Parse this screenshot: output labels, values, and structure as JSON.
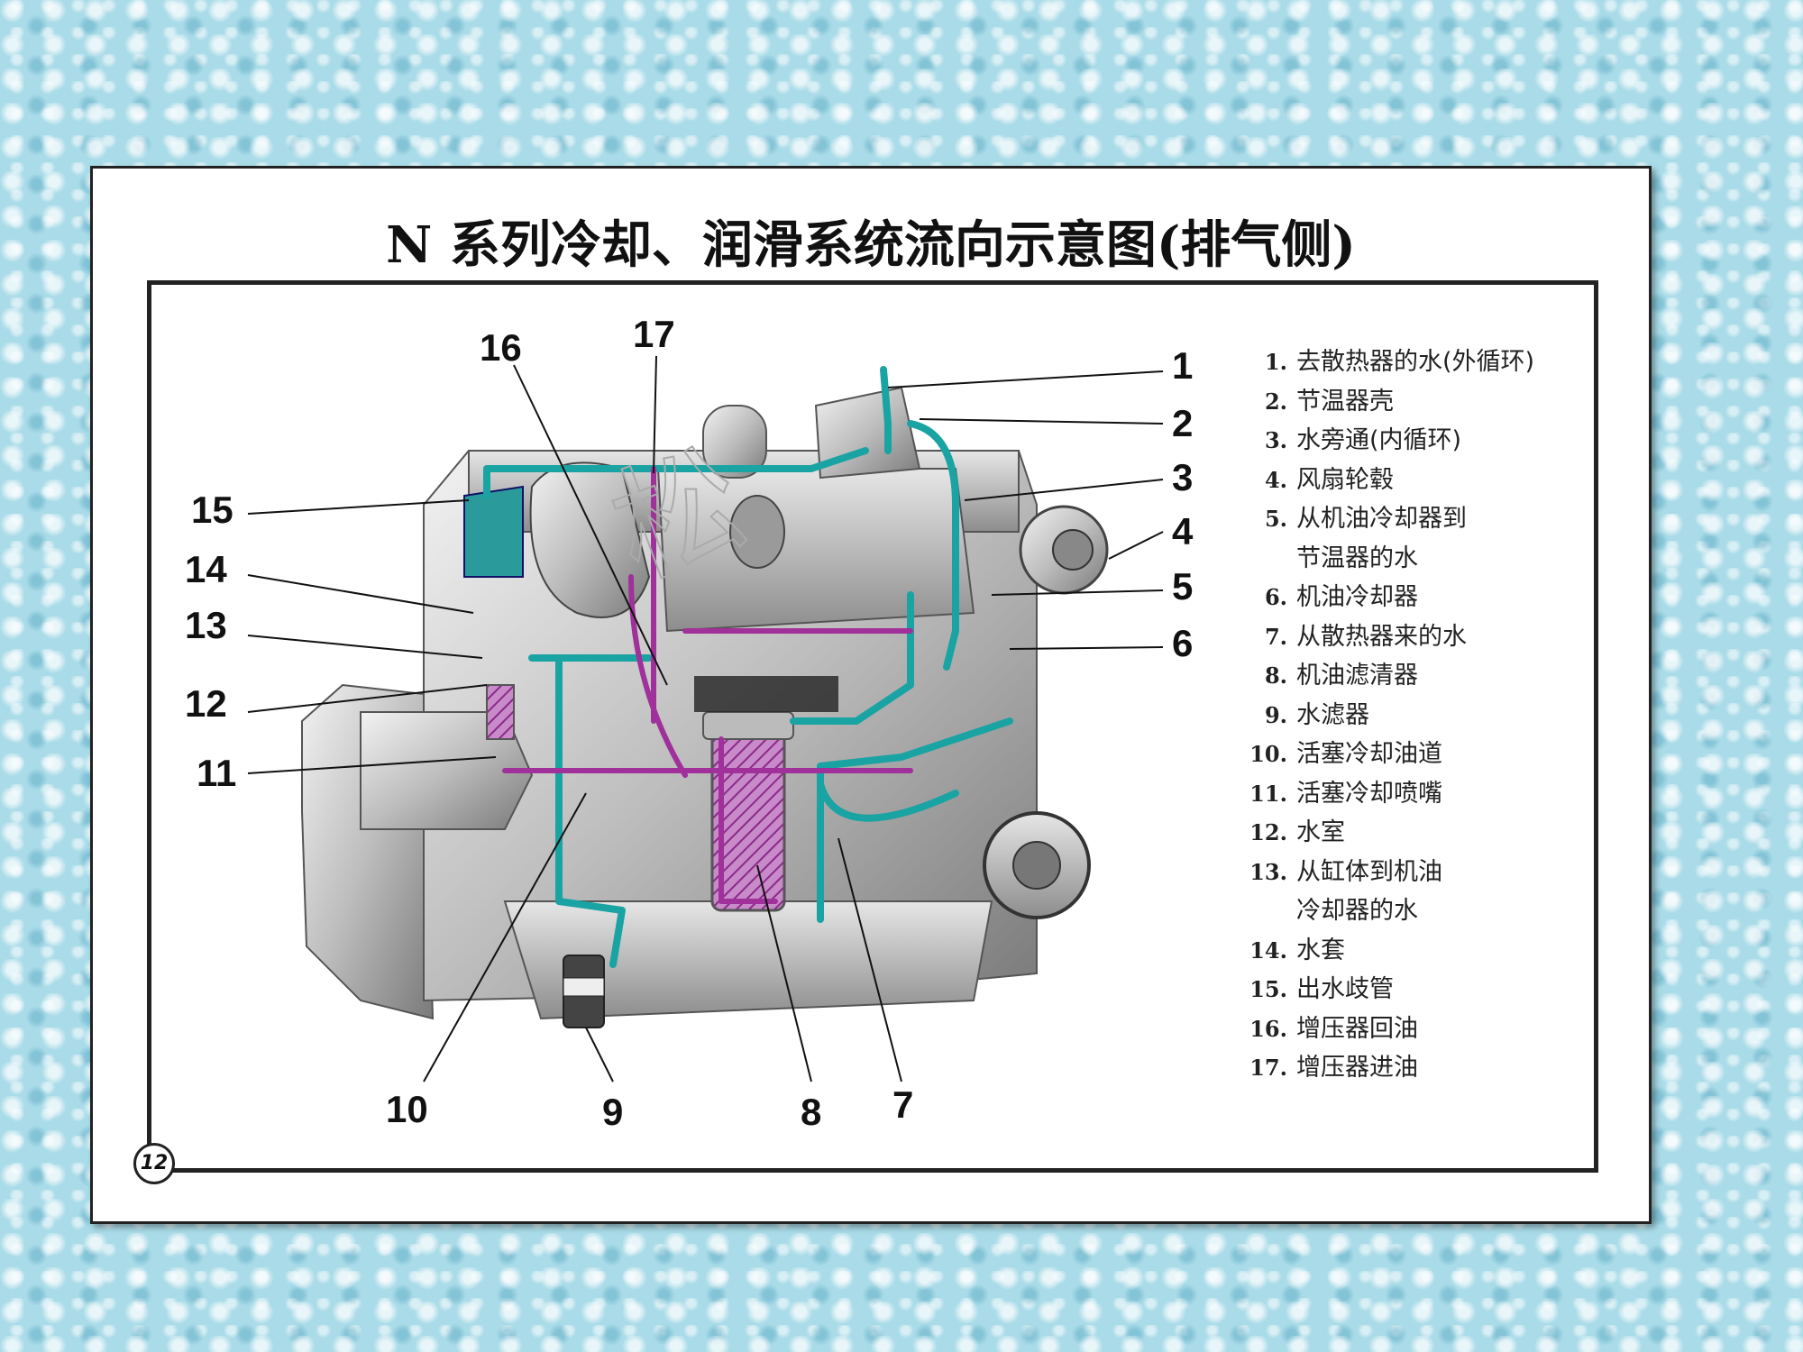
{
  "title": "N 系列冷却、润滑系统流向示意图(排气侧)",
  "page_number": "12",
  "watermark": "松",
  "colors": {
    "coolant_flow": "#1aa3a3",
    "oil_flow": "#a0309a",
    "background": "#a9dbe8"
  },
  "callouts": [
    "1",
    "2",
    "3",
    "4",
    "5",
    "6",
    "7",
    "8",
    "9",
    "10",
    "11",
    "12",
    "13",
    "14",
    "15",
    "16",
    "17"
  ],
  "legend": [
    {
      "num": "1.",
      "text": "去散热器的水(外循环)"
    },
    {
      "num": "2.",
      "text": "节温器壳"
    },
    {
      "num": "3.",
      "text": "水旁通(内循环)"
    },
    {
      "num": "4.",
      "text": "风扇轮毂"
    },
    {
      "num": "5.",
      "text": "从机油冷却器到"
    },
    {
      "num": "",
      "text": "节温器的水"
    },
    {
      "num": "6.",
      "text": "机油冷却器"
    },
    {
      "num": "7.",
      "text": "从散热器来的水"
    },
    {
      "num": "8.",
      "text": "机油滤清器"
    },
    {
      "num": "9.",
      "text": "水滤器"
    },
    {
      "num": "10.",
      "text": "活塞冷却油道"
    },
    {
      "num": "11.",
      "text": "活塞冷却喷嘴"
    },
    {
      "num": "12.",
      "text": "水室"
    },
    {
      "num": "13.",
      "text": "从缸体到机油"
    },
    {
      "num": "",
      "text": "冷却器的水"
    },
    {
      "num": "14.",
      "text": "水套"
    },
    {
      "num": "15.",
      "text": "出水歧管"
    },
    {
      "num": "16.",
      "text": "增压器回油"
    },
    {
      "num": "17.",
      "text": "增压器进油"
    }
  ]
}
